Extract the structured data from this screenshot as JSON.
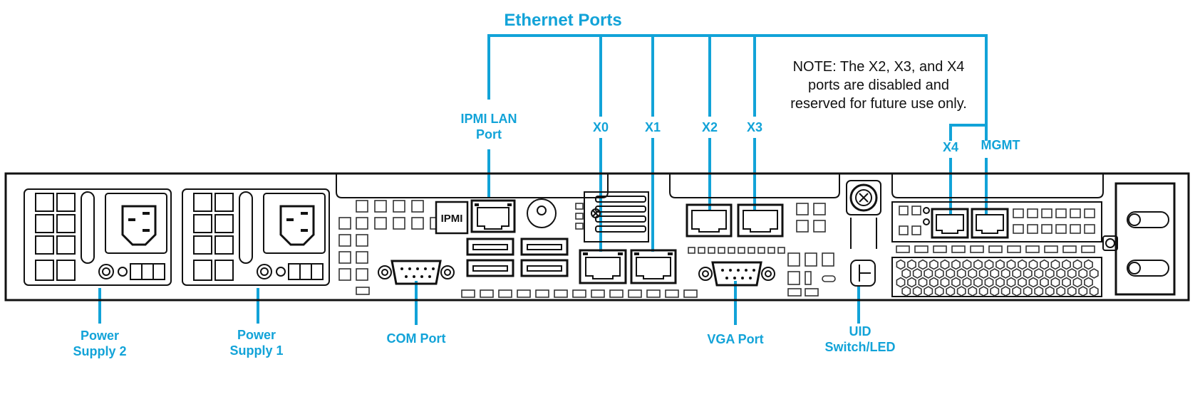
{
  "title": "Ethernet Ports",
  "note_lines": [
    "NOTE: The X2, X3, and X4",
    "ports are disabled and",
    "reserved for future use only."
  ],
  "labels": {
    "ipmi_lan_line1": "IPMI LAN",
    "ipmi_lan_line2": "Port",
    "x0": "X0",
    "x1": "X1",
    "x2": "X2",
    "x3": "X3",
    "x4": "X4",
    "mgmt": "MGMT",
    "ps2_line1": "Power",
    "ps2_line2": "Supply 2",
    "ps1_line1": "Power",
    "ps1_line2": "Supply 1",
    "com_port": "COM Port",
    "vga_port": "VGA Port",
    "uid_line1": "UID",
    "uid_line2": "Switch/LED",
    "ipmi_badge": "IPMI"
  },
  "colors": {
    "callout": "#12a3d8",
    "hardware": "#111111"
  }
}
